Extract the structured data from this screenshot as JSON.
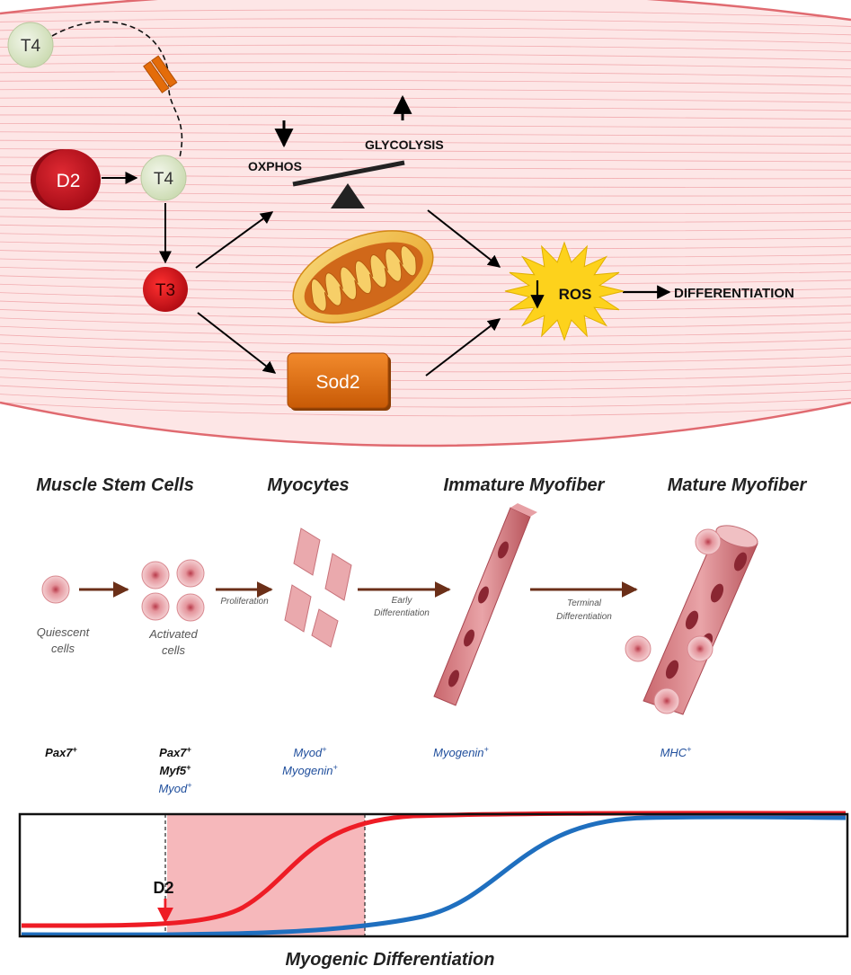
{
  "pathway": {
    "t4_outside": "T4",
    "d2": "D2",
    "t4_inside": "T4",
    "t3": "T3",
    "oxphos": "OXPHOS",
    "glycolysis": "GLYCOLYSIS",
    "ros": "ROS",
    "differentiation": "DIFFERENTIATION",
    "sod2": "Sod2"
  },
  "stages": {
    "muscle_stem_cells": "Muscle Stem Cells",
    "myocytes": "Myocytes",
    "immature_myofiber": "Immature Myofiber",
    "mature_myofiber": "Mature Myofiber"
  },
  "cells": {
    "quiescent": [
      "Quiescent",
      "cells"
    ],
    "activated": [
      "Activated",
      "cells"
    ],
    "proliferation": "Proliferation",
    "early_differentiation": [
      "Early",
      "Differentiation"
    ],
    "terminal_differentiation": [
      "Terminal",
      "Differentiation"
    ]
  },
  "markers": {
    "quiescent": {
      "gene": "Pax7",
      "sup": "+"
    },
    "activated": [
      {
        "gene": "Pax7",
        "sup": "+",
        "color": "black"
      },
      {
        "gene": "Myf5",
        "sup": "+",
        "color": "black"
      },
      {
        "gene": "Myod",
        "sup": "+",
        "color": "blue"
      }
    ],
    "myocytes": [
      {
        "gene": "Myod",
        "sup": "+"
      },
      {
        "gene": "Myogenin",
        "sup": "+"
      }
    ],
    "immature": {
      "gene": "Myogenin",
      "sup": "+"
    },
    "mature": {
      "gene": "MHC",
      "sup": "+"
    }
  },
  "graph": {
    "d2_label": "D2",
    "xlabel": "Myogenic Differentiation"
  },
  "colors": {
    "muscle_fill": "#fde6e6",
    "muscle_line": "#e8868a",
    "t_green": "#dfe9cc",
    "d2_red": "#c8101e",
    "t3_red": "#d7141a",
    "sod2_orange": "#e46c0a",
    "ros_yellow": "#fdd21c",
    "flow_arrow": "#6b2f18",
    "marker_blue": "#1f4e9c",
    "curve_red": "#ee1c25",
    "curve_blue": "#1f6fbf",
    "shade": "#f6b8bb"
  }
}
